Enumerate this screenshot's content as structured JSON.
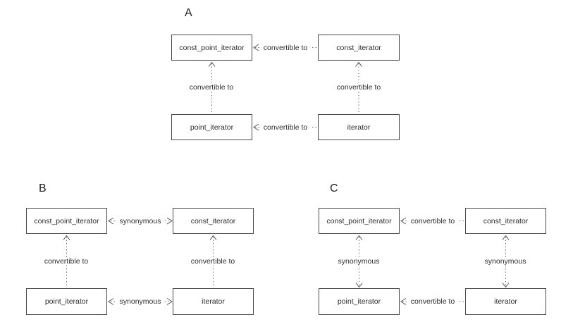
{
  "diagrams": [
    {
      "label": "A",
      "nodes": [
        {
          "label": "const_point_iterator"
        },
        {
          "label": "const_iterator"
        },
        {
          "label": "point_iterator"
        },
        {
          "label": "iterator"
        }
      ],
      "edges": [
        {
          "label": "convertible to",
          "from": "const_iterator",
          "to": "const_point_iterator",
          "bidirectional": false
        },
        {
          "label": "convertible to",
          "from": "iterator",
          "to": "point_iterator",
          "bidirectional": false
        },
        {
          "label": "convertible to",
          "from": "point_iterator",
          "to": "const_point_iterator",
          "bidirectional": false
        },
        {
          "label": "convertible to",
          "from": "iterator",
          "to": "const_iterator",
          "bidirectional": false
        }
      ]
    },
    {
      "label": "B",
      "nodes": [
        {
          "label": "const_point_iterator"
        },
        {
          "label": "const_iterator"
        },
        {
          "label": "point_iterator"
        },
        {
          "label": "iterator"
        }
      ],
      "edges": [
        {
          "label": "synonymous",
          "from": "const_point_iterator",
          "to": "const_iterator",
          "bidirectional": true
        },
        {
          "label": "synonymous",
          "from": "point_iterator",
          "to": "iterator",
          "bidirectional": true
        },
        {
          "label": "convertible to",
          "from": "point_iterator",
          "to": "const_point_iterator",
          "bidirectional": false
        },
        {
          "label": "convertible to",
          "from": "iterator",
          "to": "const_iterator",
          "bidirectional": false
        }
      ]
    },
    {
      "label": "C",
      "nodes": [
        {
          "label": "const_point_iterator"
        },
        {
          "label": "const_iterator"
        },
        {
          "label": "point_iterator"
        },
        {
          "label": "iterator"
        }
      ],
      "edges": [
        {
          "label": "convertible to",
          "from": "const_iterator",
          "to": "const_point_iterator",
          "bidirectional": false
        },
        {
          "label": "convertible to",
          "from": "iterator",
          "to": "point_iterator",
          "bidirectional": false
        },
        {
          "label": "synonymous",
          "from": "const_point_iterator",
          "to": "point_iterator",
          "bidirectional": true
        },
        {
          "label": "synonymous",
          "from": "const_iterator",
          "to": "iterator",
          "bidirectional": true
        }
      ]
    }
  ]
}
